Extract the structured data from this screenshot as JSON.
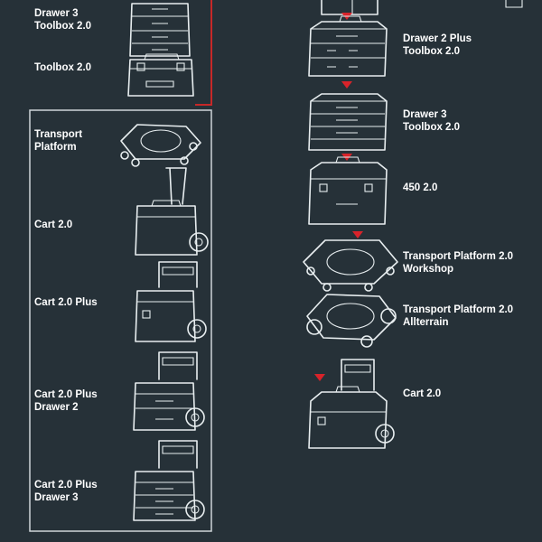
{
  "left_top_group": {
    "items": [
      {
        "label": "Drawer 3\nToolbox 2.0"
      },
      {
        "label": "Toolbox 2.0"
      }
    ]
  },
  "left_bottom_group": {
    "items": [
      {
        "label": "Transport\nPlatform"
      },
      {
        "label": "Cart 2.0"
      },
      {
        "label": "Cart 2.0 Plus"
      },
      {
        "label": "Cart 2.0 Plus\nDrawer 2"
      },
      {
        "label": "Cart 2.0 Plus\nDrawer 3"
      }
    ]
  },
  "right_column": {
    "items": [
      {
        "label": "Drawer 2 Plus\nToolbox 2.0"
      },
      {
        "label": "Drawer 3\nToolbox 2.0"
      },
      {
        "label": "450 2.0"
      },
      {
        "label": "Transport Platform 2.0\nWorkshop"
      },
      {
        "label": "Transport Platform 2.0\nAllterrain"
      },
      {
        "label": "Cart 2.0"
      }
    ]
  },
  "colors": {
    "background": "#263138",
    "accent_red": "#d8232a",
    "line": "#e8eef0"
  }
}
